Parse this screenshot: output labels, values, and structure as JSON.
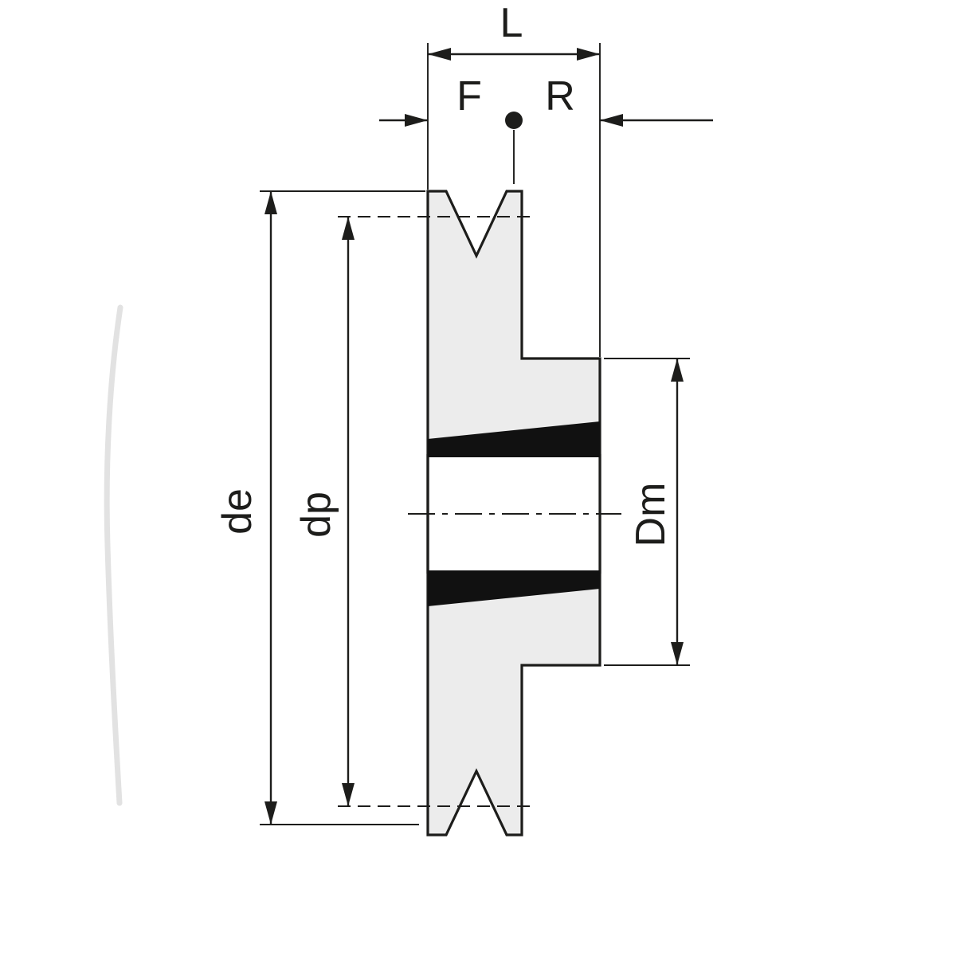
{
  "labels": {
    "L": "L",
    "F": "F",
    "R": "R",
    "de": "de",
    "dp": "dp",
    "Dm": "Dm"
  },
  "colors": {
    "outline": "#1d1d1b",
    "body_fill": "#ececec",
    "taper_fill": "#111111",
    "background": "#ffffff",
    "watermark": "#e2e2e2"
  }
}
